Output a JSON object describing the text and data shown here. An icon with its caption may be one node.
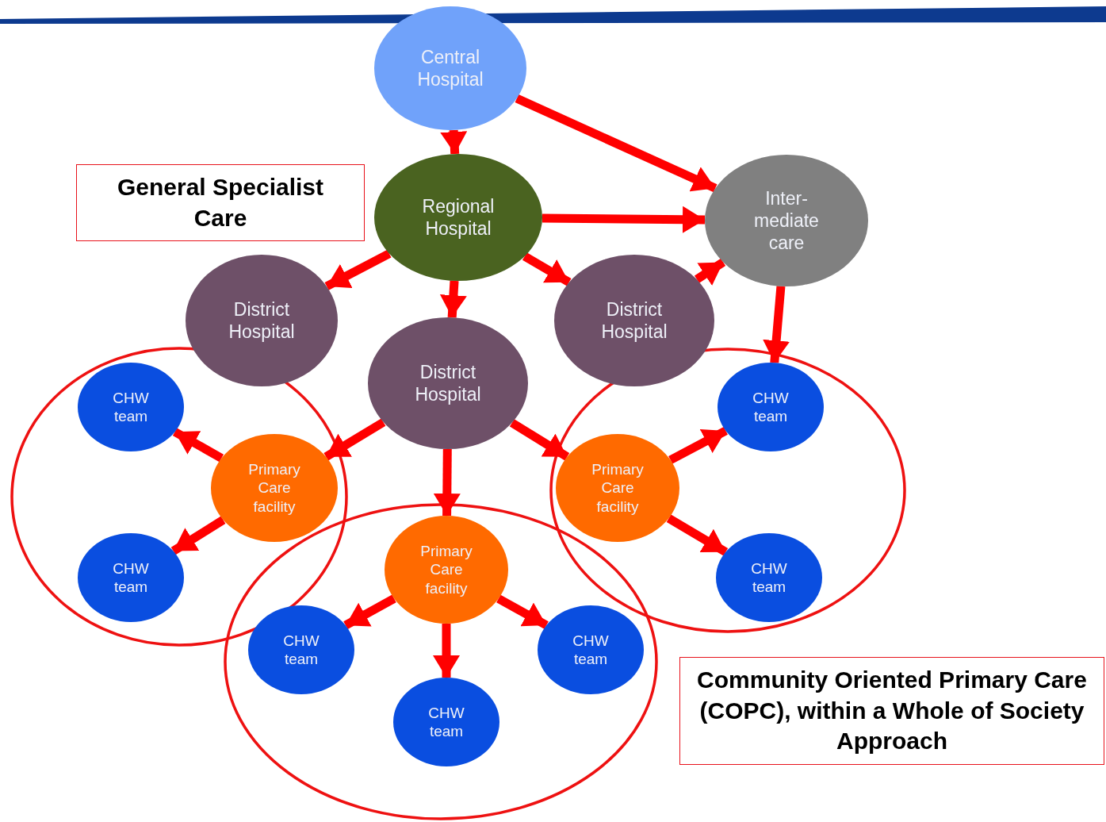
{
  "diagram": {
    "nodes": [
      {
        "text": [
          "Central Hospital"
        ]
      },
      {
        "text": [
          "Regional Hospital"
        ]
      },
      {
        "text": [
          "Inter- mediate care"
        ]
      },
      {
        "text": [
          "District Hospital"
        ]
      },
      {
        "text": [
          "District Hospital"
        ]
      },
      {
        "text": [
          "District Hospital"
        ]
      },
      {
        "text": [
          "Primary Care facility"
        ]
      },
      {
        "text": [
          "CHW team"
        ]
      },
      {
        "text": [
          "CHW team"
        ]
      },
      {
        "text": [
          "Primary Care facility"
        ]
      },
      {
        "text": [
          "CHW team"
        ]
      },
      {
        "text": [
          "CHW team"
        ]
      },
      {
        "text": [
          "Primary Care facility"
        ]
      },
      {
        "text": [
          "CHW team"
        ]
      },
      {
        "text": [
          "CHW team"
        ]
      },
      {
        "text": [
          "CHW team"
        ]
      },
      {
        "text": [
          "General Specialist Care"
        ]
      },
      {
        "text": [
          "Community Oriented Primary Care (COPC), within a Whole of Society Approach"
        ]
      }
    ],
    "edges": [
      {
        "from": 0,
        "to": 1,
        "arrow": "to"
      },
      {
        "from": 0,
        "to": 2,
        "arrow": "to"
      },
      {
        "from": 1,
        "to": 2,
        "arrow": "to"
      },
      {
        "from": 1,
        "to": 3,
        "arrow": "to"
      },
      {
        "from": 1,
        "to": 4,
        "arrow": "to"
      },
      {
        "from": 1,
        "to": 5,
        "arrow": "to"
      },
      {
        "from": 5,
        "to": 2,
        "arrow": "to"
      },
      {
        "from": 2,
        "to": 10,
        "arrow": "to"
      },
      {
        "from": 4,
        "to": 6,
        "arrow": "to"
      },
      {
        "from": 4,
        "to": 12,
        "arrow": "to"
      },
      {
        "from": 4,
        "to": 9,
        "arrow": "to"
      },
      {
        "from": 6,
        "to": 7,
        "arrow": "to"
      },
      {
        "from": 6,
        "to": 8,
        "arrow": "to"
      },
      {
        "from": 9,
        "to": 10,
        "arrow": "to"
      },
      {
        "from": 9,
        "to": 11,
        "arrow": "to"
      },
      {
        "from": 12,
        "to": 13,
        "arrow": "to"
      },
      {
        "from": 12,
        "to": 14,
        "arrow": "to"
      },
      {
        "from": 12,
        "to": 15,
        "arrow": "to"
      }
    ]
  }
}
